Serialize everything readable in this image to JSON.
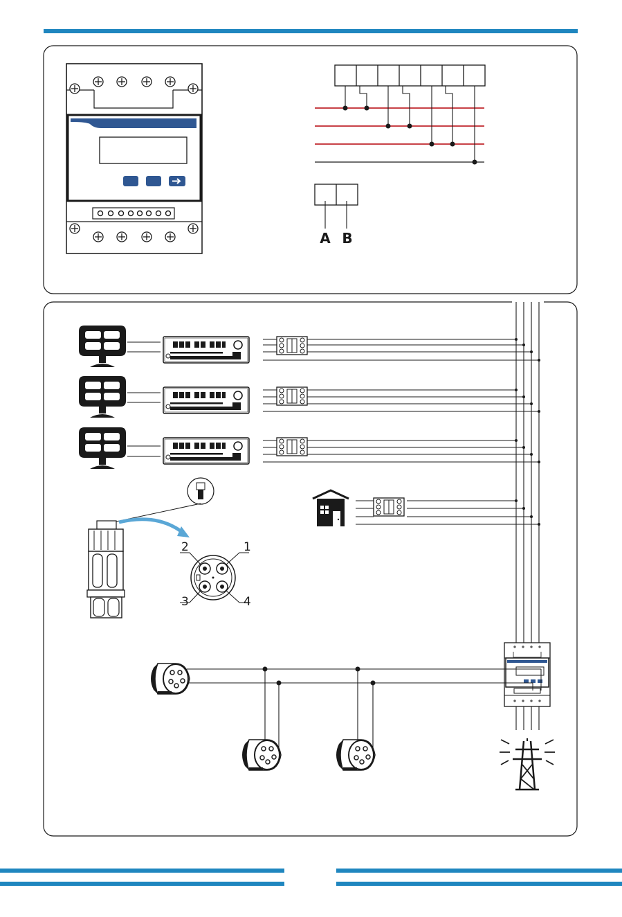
{
  "colors": {
    "accent_bar": "#1f86bf",
    "phase_line": "#c1272d",
    "neutral_line": "#333333",
    "meter_panel": "#2f5792",
    "ink": "#1a1a1a",
    "arrow": "#5aa7d6"
  },
  "wiring": {
    "rs485_terminals": [
      "A",
      "B"
    ]
  },
  "connector_pinout": {
    "pins": [
      "1",
      "2",
      "3",
      "4"
    ]
  },
  "icons": [
    "solar-panel-icon",
    "inverter-icon",
    "breaker-icon",
    "house-icon",
    "smart-meter-icon",
    "connector-plug-icon",
    "power-tower-icon"
  ]
}
